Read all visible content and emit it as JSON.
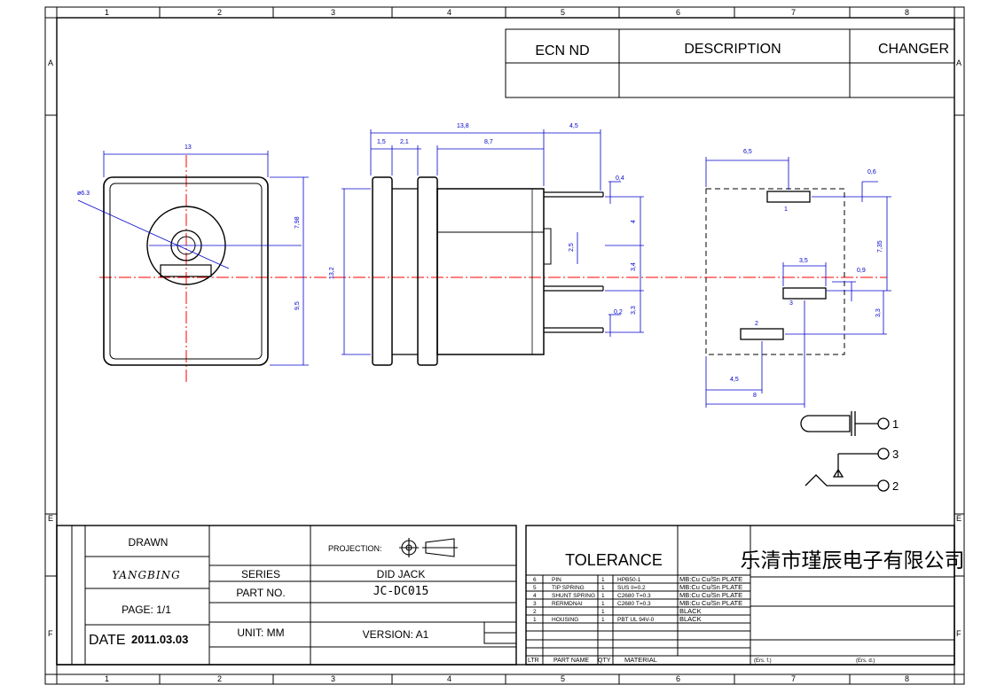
{
  "grid": {
    "columns": [
      "1",
      "2",
      "3",
      "4",
      "5",
      "6",
      "7",
      "8"
    ],
    "rows": [
      "A",
      "E",
      "F"
    ]
  },
  "revision_block": {
    "ecn": "ECN ND",
    "description": "DESCRIPTION",
    "changer": "CHANGER"
  },
  "dimensions": {
    "front": {
      "width": "13",
      "hole": "ø6.3",
      "upper": "7,98",
      "lower": "9,5"
    },
    "side": {
      "height": "13,2",
      "total": "13,8",
      "flange": "1,5",
      "gap": "2,1",
      "body": "8,7",
      "pin_len": "4,5",
      "pin_t": "0,4",
      "d4": "4",
      "d25": "2,5",
      "d34": "3,4",
      "d33": "3,3",
      "d02": "0,2"
    },
    "bottom": {
      "w65": "6,5",
      "t06": "0,6",
      "h735": "7,35",
      "w35": "3,5",
      "t09": "0,9",
      "h33": "3,3",
      "x45": "4,5",
      "x8": "8",
      "pin1": "1",
      "pin2": "2",
      "pin3": "3"
    }
  },
  "schematic": {
    "pin1": "1",
    "pin2": "2",
    "pin3": "3"
  },
  "title_block": {
    "drawn_label": "DRAWN",
    "drawn_by": "YANGBING",
    "page": "PAGE: 1/1",
    "date_label": "DATE",
    "date_value": "2011.03.03",
    "series_label": "SERIES",
    "partno_label": "PART NO.",
    "unit": "UNIT: MM",
    "projection_label": "PROJECTION:",
    "series_value": "DID  JACK",
    "partno_value": "JC-DC015",
    "version": "VERSION: A1",
    "tolerance": "TOLERANCE",
    "company": "乐清市瑾辰电子有限公司",
    "ers_f": "(Ers. f.)",
    "ers_d": "(Ers. d.)"
  },
  "bom": {
    "headers": {
      "ltr": "LTR",
      "part": "PART NAME",
      "qty": "QTY",
      "material": "MATERIAL"
    },
    "rows": [
      {
        "ltr": "6",
        "part": "PIN",
        "qty": "1",
        "material": "HPB50-1",
        "finish": "MB:Cu  Cu/Sn  PLATE"
      },
      {
        "ltr": "5",
        "part": "TIP SPRING",
        "qty": "1",
        "material": "SUS II=0.2",
        "finish": "MB:Cu  Cu/Sn  PLATE"
      },
      {
        "ltr": "4",
        "part": "SHUNT SPRING",
        "qty": "1",
        "material": "C2680  T=0.3",
        "finish": "MB:Cu  Cu/Sn  PLATE"
      },
      {
        "ltr": "3",
        "part": "RERMDNAI",
        "qty": "1",
        "material": "C2680  T=0.3",
        "finish": "MB:Cu  Cu/Sn  PLATE"
      },
      {
        "ltr": "2",
        "part": "",
        "qty": "1",
        "material": "",
        "finish": "BLACK"
      },
      {
        "ltr": "1",
        "part": "HOUSING",
        "qty": "1",
        "material": "PBT UL 94V-0",
        "finish": "BLACK"
      }
    ]
  }
}
